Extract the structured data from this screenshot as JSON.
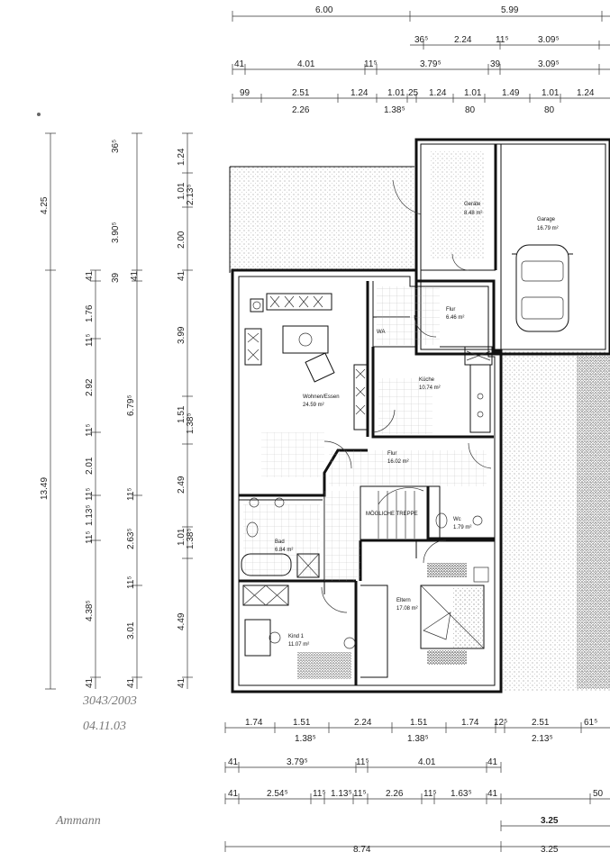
{
  "top_dims": {
    "row1": [
      "6.00",
      "5.99"
    ],
    "row2": [
      "36⁵",
      "2.24",
      "11⁵",
      "3.09⁵"
    ],
    "row3": [
      "41",
      "4.01",
      "11⁵",
      "3.79⁵",
      "39",
      "3.09⁵"
    ],
    "row4": [
      "99",
      "2.51",
      "1.24",
      "1.01",
      "25",
      "1.24",
      "1.01",
      "1.49",
      "1.01",
      "1.24"
    ],
    "row5": [
      "2.26",
      "1.38⁵",
      "80",
      "80"
    ]
  },
  "left_dims": {
    "colA": [
      "4.25",
      "13.49"
    ],
    "colB": [
      "41",
      "1.76",
      "11⁵",
      "2.92",
      "11⁵",
      "2.01",
      "11⁵",
      "1.13⁵",
      "11⁵",
      "4.38⁵",
      "41"
    ],
    "colC": [
      "36⁵",
      "3.90⁵",
      "39",
      "6.79⁵",
      "11⁵",
      "2.63⁵",
      "11⁵",
      "3.01",
      "41"
    ],
    "colD": [
      "41",
      "1.24",
      "1.01",
      "2.13⁵",
      "2.00",
      "3.99",
      "1.51",
      "1.38⁵",
      "2.49",
      "1.01",
      "1.38⁵",
      "4.49",
      "41"
    ]
  },
  "bottom_dims": {
    "row1": [
      "1.74",
      "1.51",
      "2.24",
      "1.51",
      "1.74",
      "12⁵",
      "2.51",
      "61⁵"
    ],
    "row2": [
      "1.38⁵",
      "1.38⁵",
      "2.13⁵"
    ],
    "row3": [
      "41",
      "3.79⁵",
      "11⁵",
      "4.01",
      "41"
    ],
    "row4": [
      "41",
      "2.54⁵",
      "11⁵",
      "1.13⁵",
      "11⁵",
      "2.26",
      "11⁵",
      "1.63⁵",
      "41",
      "50"
    ],
    "row5": [
      "3.25"
    ],
    "row6": [
      "8.74",
      "3.25"
    ]
  },
  "rooms": {
    "geraete": {
      "name": "Geräte",
      "area": "8.48 m²"
    },
    "garage": {
      "name": "Garage",
      "area": "16.79 m²"
    },
    "flur_top": {
      "name": "Flur",
      "area": "6.46 m²"
    },
    "wa": {
      "name": "WA"
    },
    "kueche": {
      "name": "Küche",
      "area": "10.74 m²"
    },
    "wohnen": {
      "name": "Wohnen/Essen",
      "area": "24.59 m²"
    },
    "flur": {
      "name": "Flur",
      "area": "16.02 m²"
    },
    "treppe": {
      "name": "MÖGLICHE TREPPE"
    },
    "bad": {
      "name": "Bad",
      "area": "6.84 m²"
    },
    "wc": {
      "name": "Wc",
      "area": "1.79 m²"
    },
    "eltern": {
      "name": "Eltern",
      "area": "17.08 m²"
    },
    "kind1": {
      "name": "Kind 1",
      "area": "11.07 m²"
    }
  },
  "handwriting": {
    "ref": "3043/2003",
    "date": "04.11.03",
    "signature": "Ammann"
  }
}
